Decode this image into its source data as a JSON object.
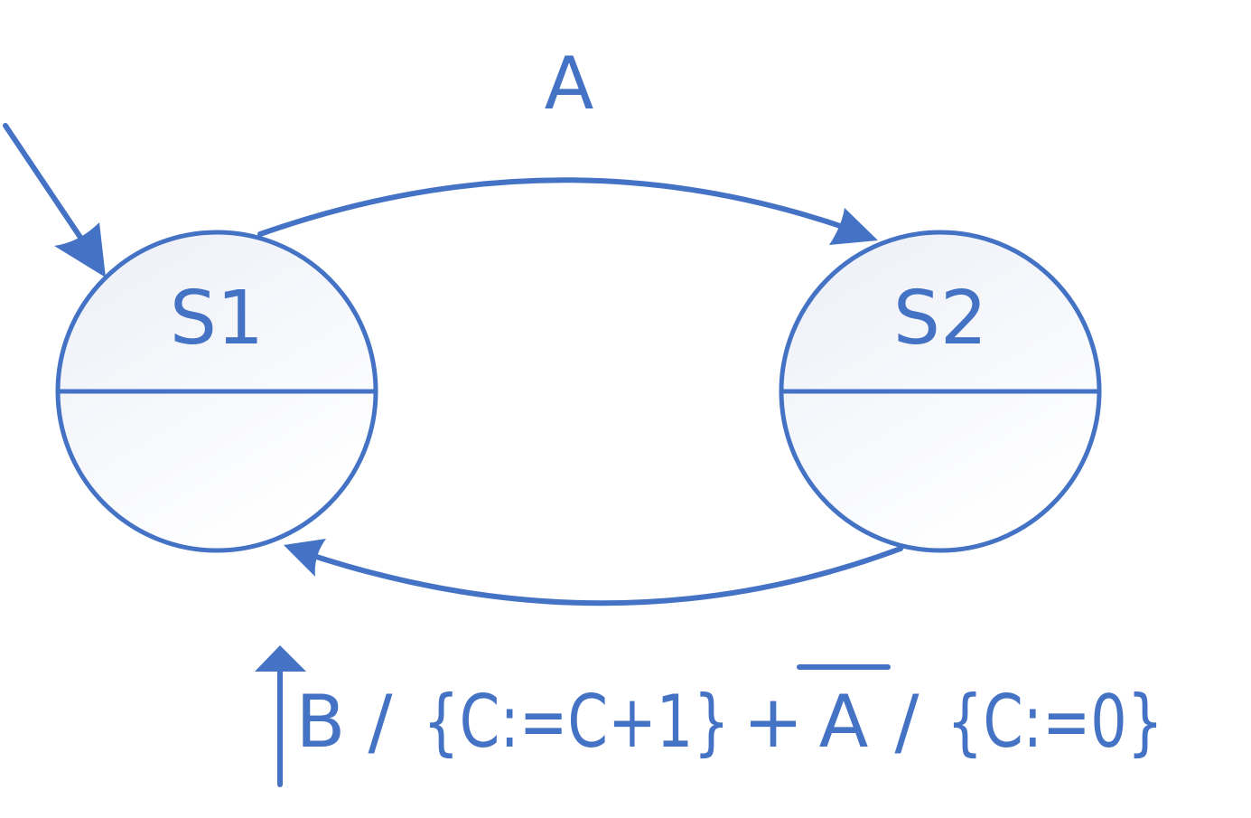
{
  "states": [
    {
      "name": "S1"
    },
    {
      "name": "S2"
    }
  ],
  "transitions": {
    "s1_to_s2": {
      "label": "A"
    },
    "s2_to_s1": {
      "rising_b": "B",
      "sep1": "/",
      "action1": "{C:=C+1}",
      "plus": "+",
      "not_a": "A",
      "sep2": "/",
      "action2": "{C:=0}"
    }
  },
  "colors": {
    "stroke": "#4472c4",
    "state_fill_top": "#eceff7",
    "state_fill_bottom": "#ffffff"
  }
}
